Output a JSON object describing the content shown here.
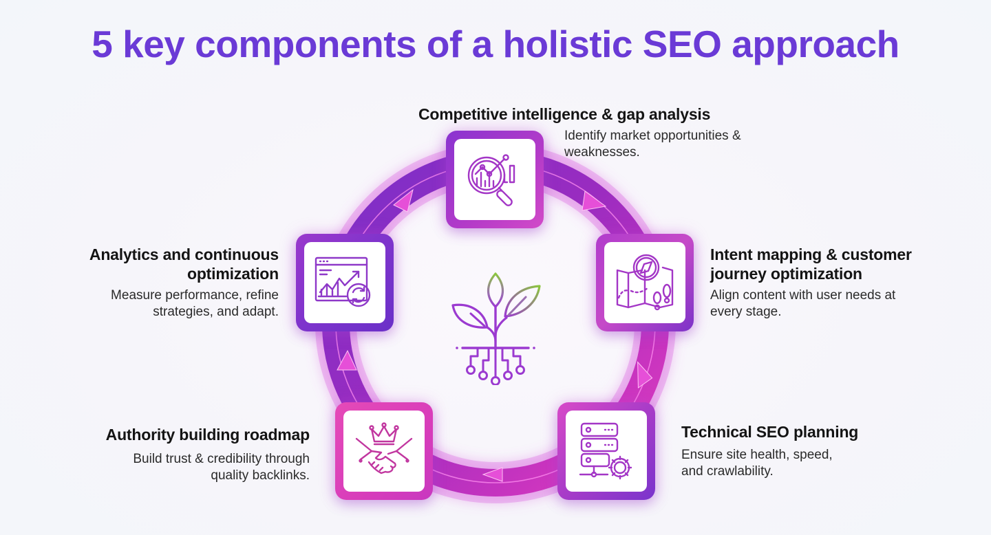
{
  "title": "5 key components of a holistic SEO approach",
  "colors": {
    "title": "#6a3ad6",
    "ring_purple": "#8a2fc4",
    "ring_magenta": "#d43bbf",
    "icon_stroke": "#9b3ad0",
    "leaf_green": "#8cc63f",
    "text_heading": "#141414",
    "text_body": "#2a2a2a"
  },
  "center": {
    "icon": "plant-with-circuit-roots-icon"
  },
  "components": [
    {
      "id": "competitive",
      "heading": "Competitive intelligence & gap analysis",
      "desc_lines": [
        "Identify market opportunities &",
        "weaknesses."
      ],
      "icon": "magnifier-chart-icon",
      "position": "top"
    },
    {
      "id": "intent",
      "heading_lines": [
        "Intent mapping & customer",
        "journey optimization"
      ],
      "desc_lines": [
        "Align content with user needs at",
        "every stage."
      ],
      "icon": "compass-map-footsteps-icon",
      "position": "right"
    },
    {
      "id": "technical",
      "heading": "Technical SEO planning",
      "desc_lines": [
        "Ensure site health, speed,",
        "and crawlability."
      ],
      "icon": "server-gear-icon",
      "position": "bottom-right"
    },
    {
      "id": "authority",
      "heading": "Authority building roadmap",
      "desc_lines": [
        "Build trust & credibility through",
        "quality backlinks."
      ],
      "icon": "crown-handshake-icon",
      "position": "bottom-left"
    },
    {
      "id": "analytics",
      "heading_lines": [
        "Analytics and continuous",
        "optimization"
      ],
      "desc_lines": [
        "Measure performance, refine",
        "strategies, and adapt."
      ],
      "icon": "dashboard-refresh-icon",
      "position": "left"
    }
  ],
  "flow": {
    "direction": "clockwise",
    "arrow_count": 5
  }
}
